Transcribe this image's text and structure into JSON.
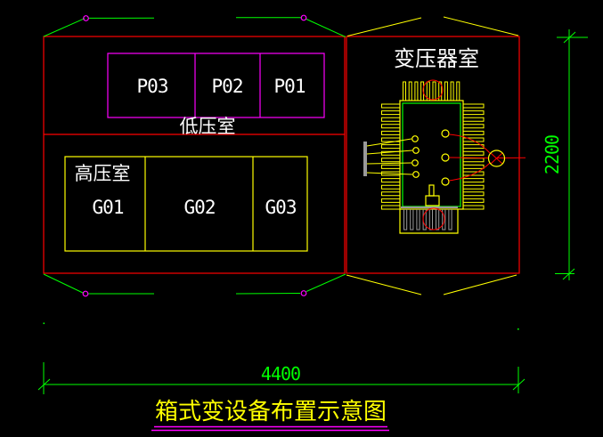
{
  "drawing": {
    "title": "箱式变设备布置示意图",
    "rooms": {
      "low_voltage": {
        "label": "低压室",
        "panels": [
          {
            "id": "P03"
          },
          {
            "id": "P02"
          },
          {
            "id": "P01"
          }
        ]
      },
      "high_voltage": {
        "label": "高压室",
        "panels": [
          {
            "id": "G01"
          },
          {
            "id": "G02"
          },
          {
            "id": "G03"
          }
        ]
      },
      "transformer": {
        "label": "变压器室"
      }
    },
    "dimensions": {
      "width": "4400",
      "height": "2200"
    },
    "colors": {
      "background": "#000000",
      "enclosure": "#ff0000",
      "panel_lv": "#ff00ff",
      "panel_hv": "#ffff00",
      "dimension": "#00ff00",
      "text": "#ffffff",
      "title": "#ffff00",
      "underline": "#ff00ff",
      "hardware": "#9a9a9a"
    }
  }
}
